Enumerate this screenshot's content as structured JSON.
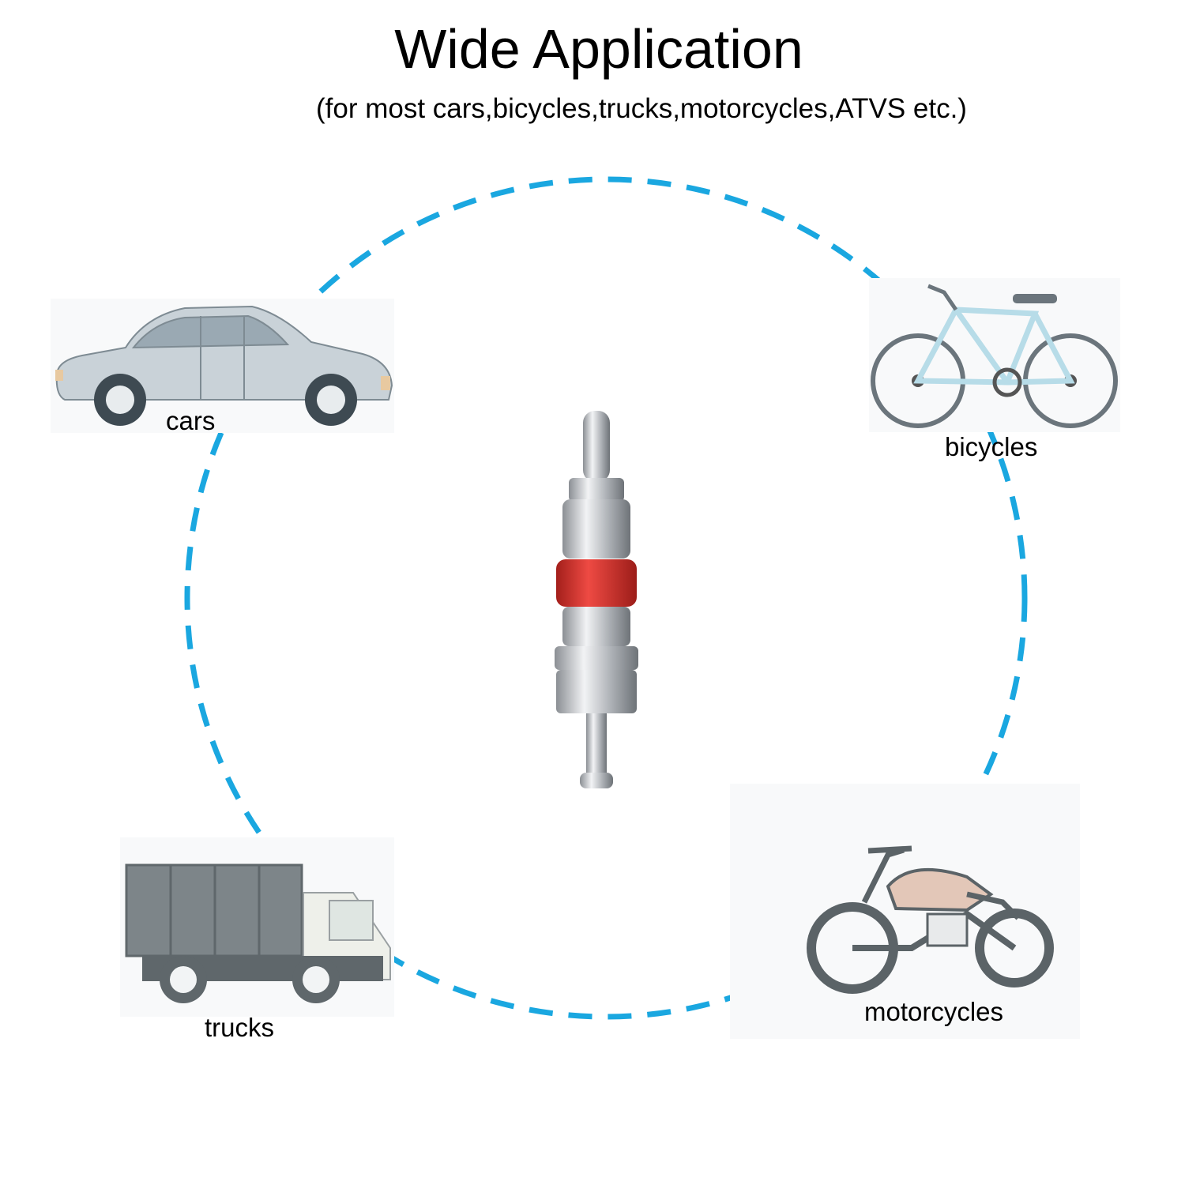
{
  "header": {
    "title": "Wide Application",
    "subtitle": "(for most cars,bicycles,trucks,motorcycles,ATVS etc.)"
  },
  "applications": {
    "cars": {
      "label": "cars",
      "icon": "car-icon"
    },
    "bicycles": {
      "label": "bicycles",
      "icon": "bicycle-icon"
    },
    "trucks": {
      "label": "trucks",
      "icon": "truck-icon"
    },
    "motorcycles": {
      "label": "motorcycles",
      "icon": "motorcycle-icon"
    }
  },
  "colors": {
    "ring": "#1aa7e0",
    "seal": "#d8322c",
    "chrome": "#b9bcc1"
  }
}
